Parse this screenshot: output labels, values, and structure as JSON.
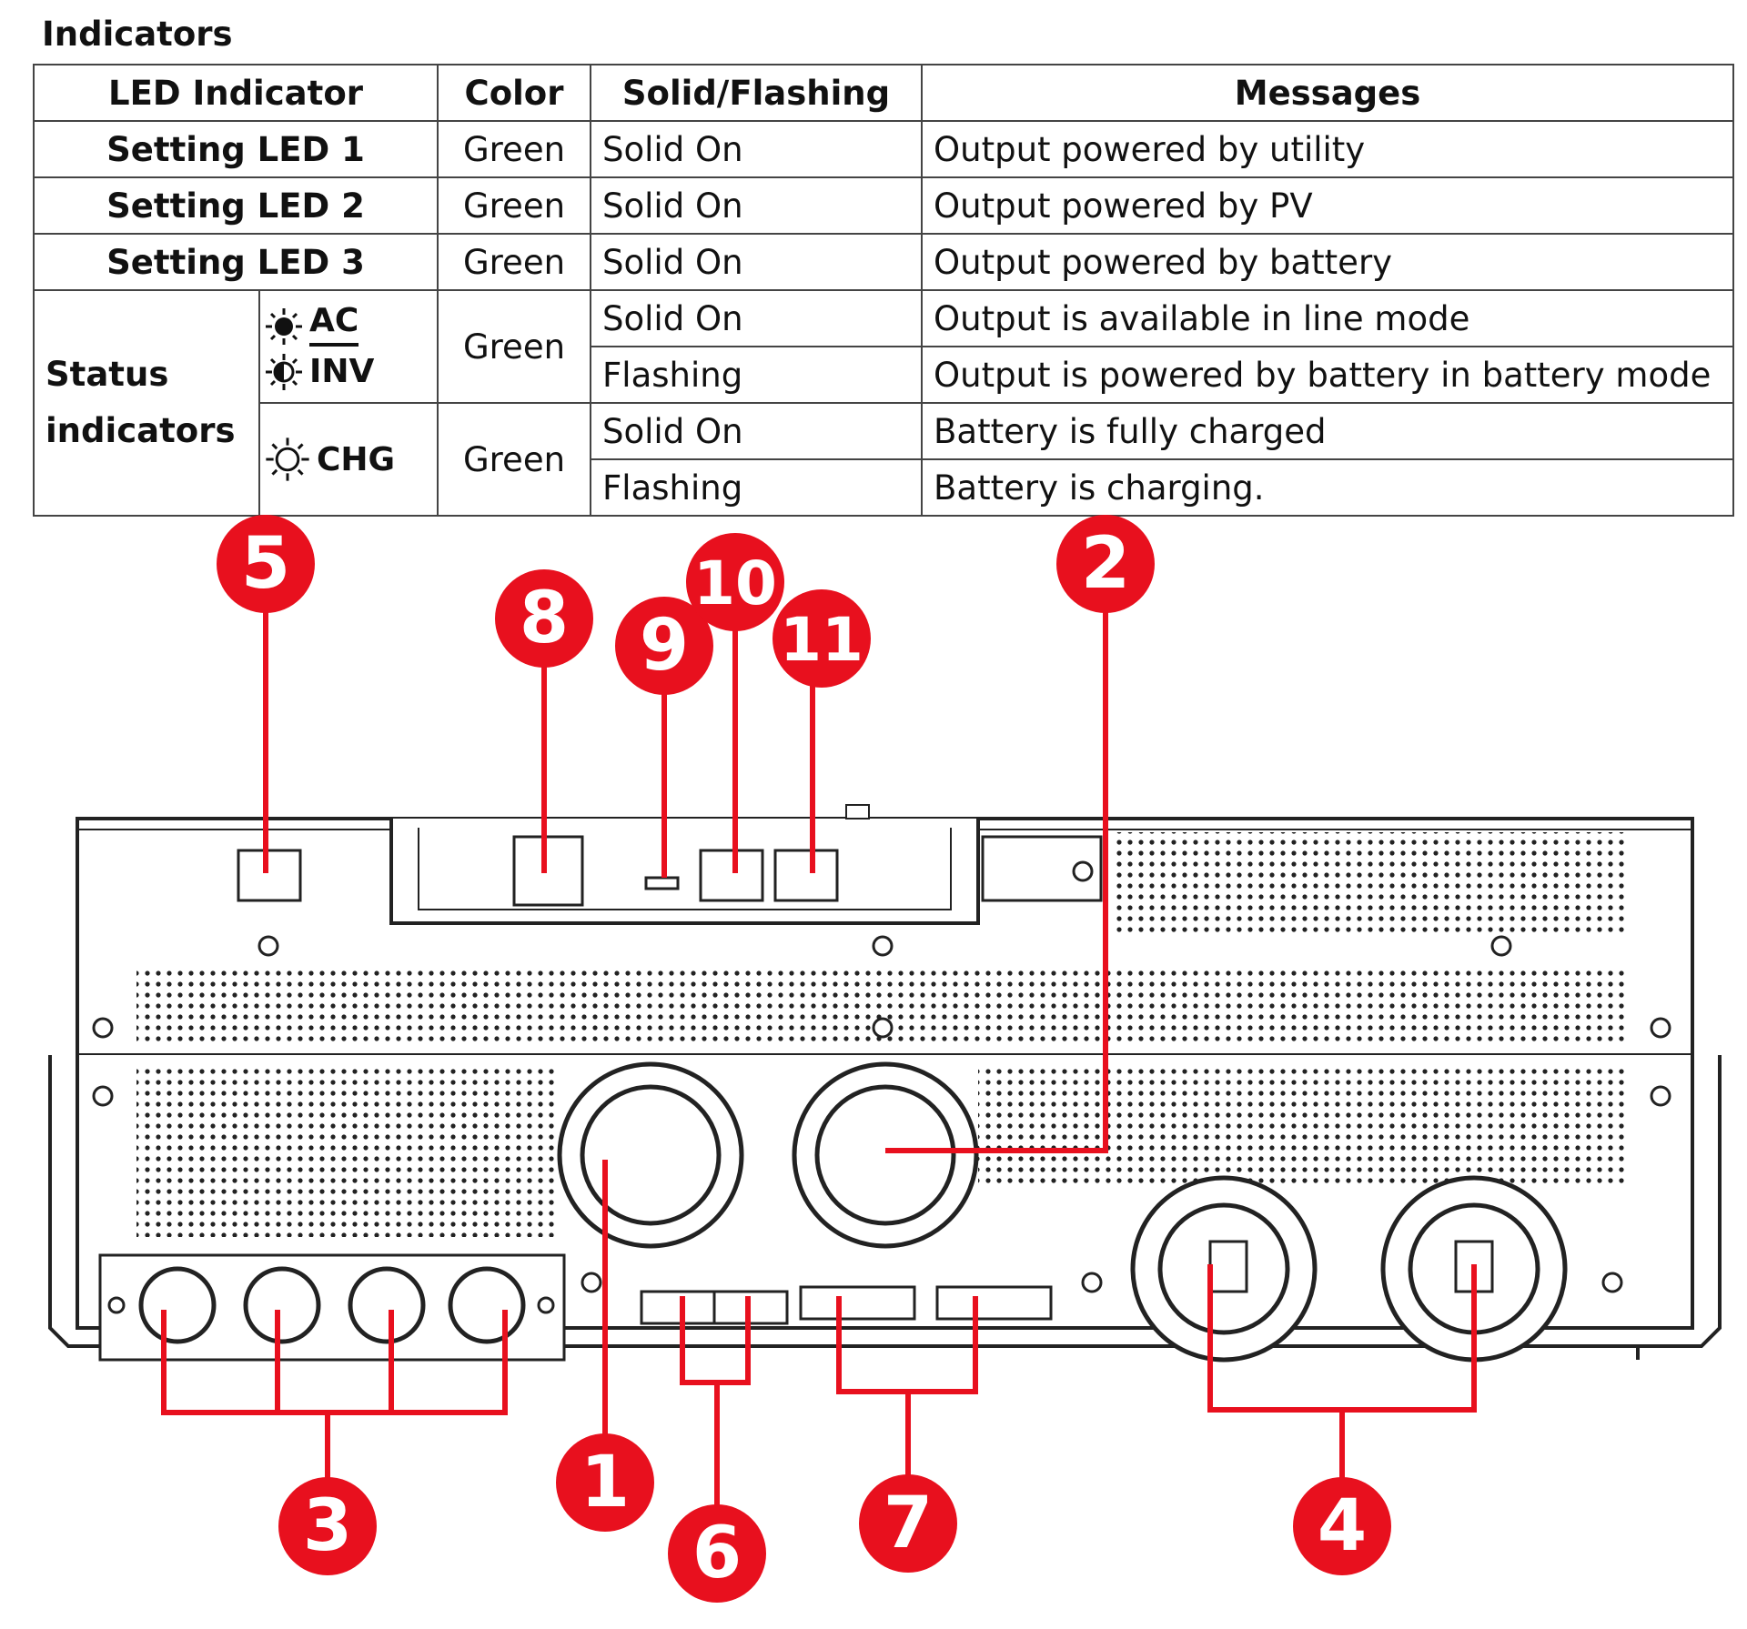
{
  "heading": "Indicators",
  "table": {
    "headers": [
      "LED Indicator",
      "Color",
      "Solid/Flashing",
      "Messages"
    ],
    "setting_rows": [
      {
        "led": "Setting LED 1",
        "color": "Green",
        "mode": "Solid On",
        "message": "Output powered by utility"
      },
      {
        "led": "Setting LED 2",
        "color": "Green",
        "mode": "Solid On",
        "message": "Output powered by PV"
      },
      {
        "led": "Setting LED 3",
        "color": "Green",
        "mode": "Solid On",
        "message": "Output powered by battery"
      }
    ],
    "status": {
      "label_line1": "Status",
      "label_line2": "indicators",
      "ac_inv": {
        "icon1": "sun-filled-icon",
        "label1": "AC",
        "icon2": "sun-half-icon",
        "label2": "INV",
        "color": "Green",
        "rows": [
          {
            "mode": "Solid On",
            "message": "Output is available in line mode"
          },
          {
            "mode": "Flashing",
            "message": "Output is powered by battery in battery mode"
          }
        ]
      },
      "chg": {
        "icon": "sun-outline-icon",
        "label": "CHG",
        "color": "Green",
        "rows": [
          {
            "mode": "Solid On",
            "message": "Battery is fully charged"
          },
          {
            "mode": "Flashing",
            "message": "Battery is charging."
          }
        ]
      }
    }
  },
  "diagram": {
    "accent_color": "#e8101e",
    "markers": [
      "1",
      "2",
      "3",
      "4",
      "5",
      "6",
      "7",
      "8",
      "9",
      "10",
      "11"
    ]
  }
}
